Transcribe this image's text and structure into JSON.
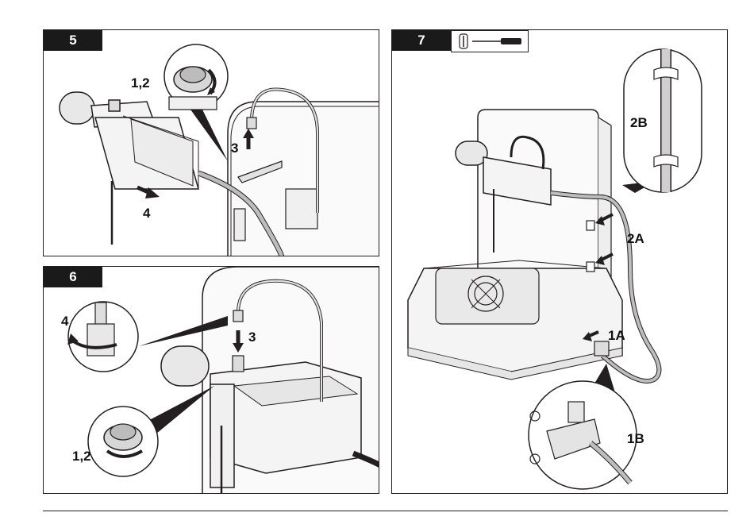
{
  "steps": [
    {
      "number": "5",
      "labels": {
        "a": "1,2",
        "b": "3",
        "c": "4"
      }
    },
    {
      "number": "6",
      "labels": {
        "a": "4",
        "b": "3",
        "c": "1,2"
      }
    },
    {
      "number": "7",
      "tool": "screwdriver-icon",
      "labels": {
        "a": "2B",
        "b": "2A",
        "c": "1A",
        "d": "1B"
      }
    }
  ],
  "colors": {
    "line": "#231f20",
    "fill_light": "#f2f2f2",
    "fill_mid": "#d9d9d9",
    "fill_dark": "#9a9a9a",
    "badge": "#1a1a1a"
  }
}
